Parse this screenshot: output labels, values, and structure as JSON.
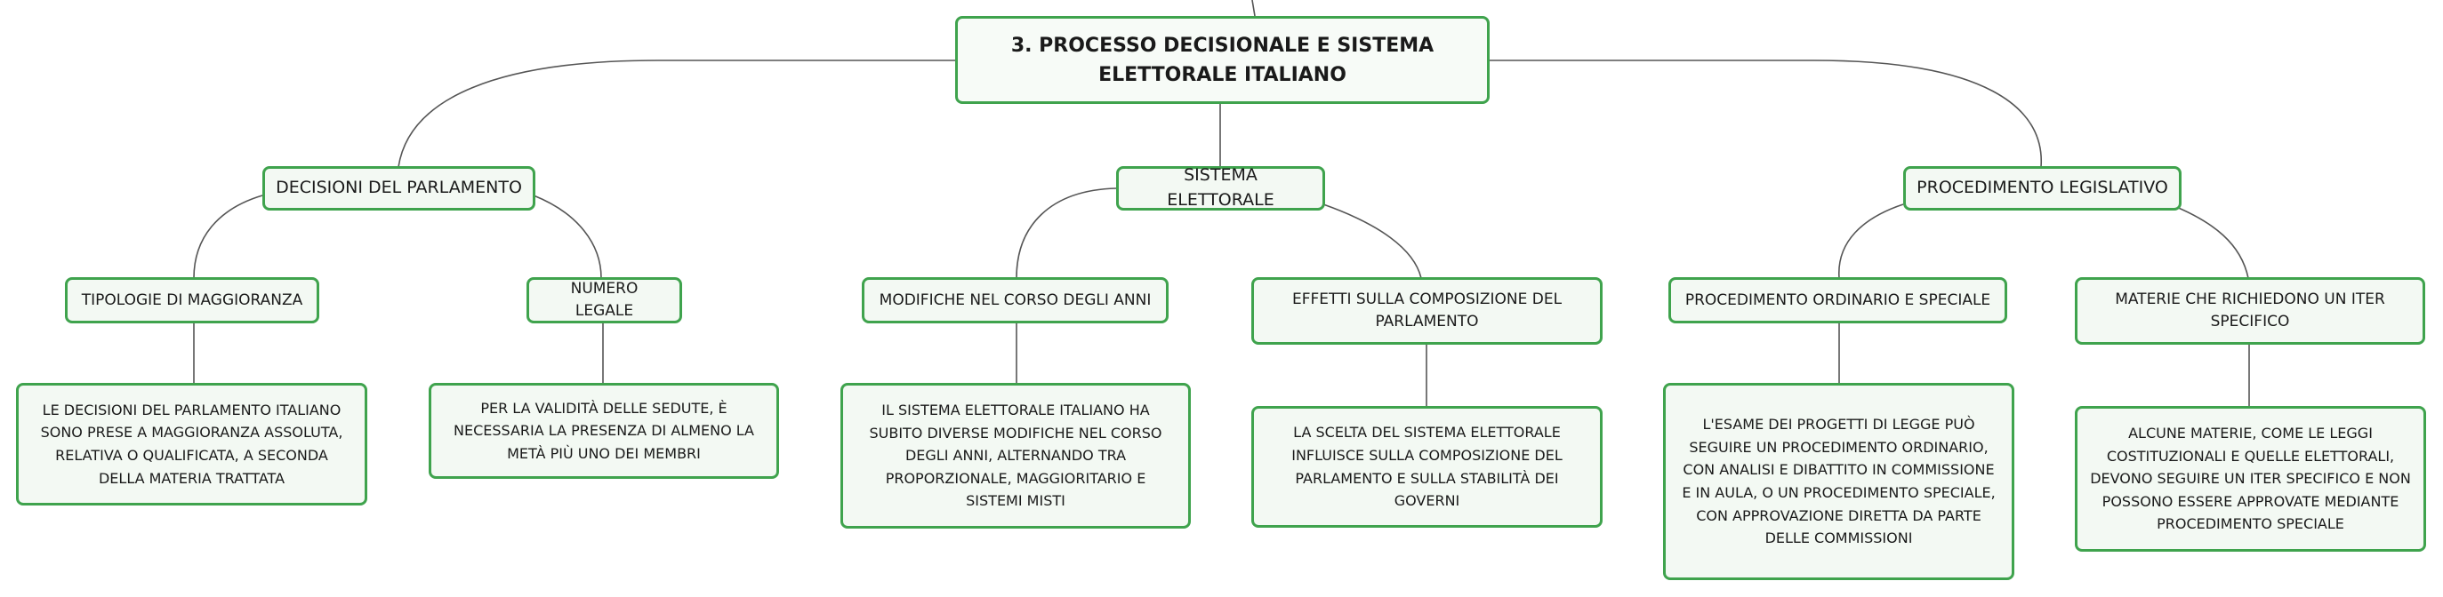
{
  "root": {
    "title": "3. PROCESSO DECISIONALE E SISTEMA ELETTORALE ITALIANO"
  },
  "branches": [
    {
      "label": "DECISIONI DEL PARLAMENTO",
      "children": [
        {
          "label": "TIPOLOGIE DI MAGGIORANZA",
          "detail": "LE DECISIONI DEL PARLAMENTO ITALIANO SONO PRESE A MAGGIORANZA ASSOLUTA, RELATIVA O QUALIFICATA, A SECONDA DELLA MATERIA TRATTATA"
        },
        {
          "label": "NUMERO LEGALE",
          "detail": "PER LA VALIDITÀ DELLE SEDUTE, È NECESSARIA LA PRESENZA DI ALMENO LA METÀ PIÙ UNO DEI MEMBRI"
        }
      ]
    },
    {
      "label": "SISTEMA ELETTORALE",
      "children": [
        {
          "label": "MODIFICHE NEL CORSO DEGLI ANNI",
          "detail": "IL SISTEMA ELETTORALE ITALIANO HA SUBITO DIVERSE MODIFICHE NEL CORSO DEGLI ANNI, ALTERNANDO TRA PROPORZIONALE, MAGGIORITARIO E SISTEMI MISTI"
        },
        {
          "label": "EFFETTI SULLA COMPOSIZIONE DEL PARLAMENTO",
          "detail": "LA SCELTA DEL SISTEMA ELETTORALE INFLUISCE SULLA COMPOSIZIONE DEL PARLAMENTO E SULLA STABILITÀ DEI GOVERNI"
        }
      ]
    },
    {
      "label": "PROCEDIMENTO LEGISLATIVO",
      "children": [
        {
          "label": "PROCEDIMENTO ORDINARIO E SPECIALE",
          "detail": "L'ESAME DEI PROGETTI DI LEGGE PUÒ SEGUIRE UN PROCEDIMENTO ORDINARIO, CON ANALISI E DIBATTITO IN COMMISSIONE E IN AULA, O UN PROCEDIMENTO SPECIALE, CON APPROVAZIONE DIRETTA DA PARTE DELLE COMMISSIONI"
        },
        {
          "label": "MATERIE CHE RICHIEDONO UN ITER SPECIFICO",
          "detail": "ALCUNE MATERIE, COME LE LEGGI COSTITUZIONALI E QUELLE ELETTORALI, DEVONO SEGUIRE UN ITER SPECIFICO E NON POSSONO ESSERE APPROVATE MEDIANTE PROCEDIMENTO SPECIALE"
        }
      ]
    }
  ],
  "colors": {
    "node_border": "#3fa34d",
    "node_fill": "#f3f9f3",
    "connector": "#555555"
  }
}
